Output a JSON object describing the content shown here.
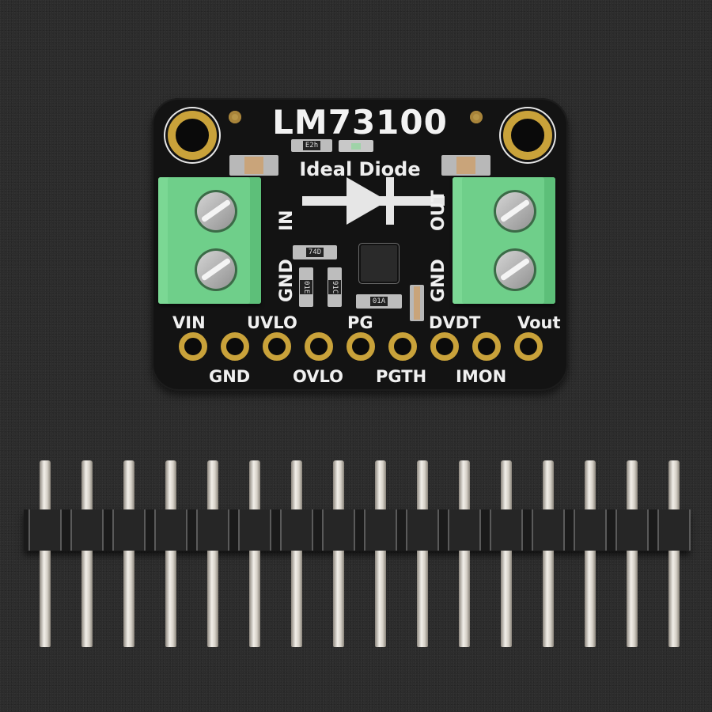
{
  "board": {
    "title": "LM73100",
    "subtitle": "Ideal Diode",
    "left_terminal_labels": [
      "IN",
      "GND"
    ],
    "right_terminal_labels": [
      "OUT",
      "GND"
    ],
    "component_markings": [
      "E2h",
      "74D",
      "01E",
      "91C",
      "01A"
    ],
    "top_pin_labels": [
      "VIN",
      "UVLO",
      "PG",
      "DVDT",
      "Vout"
    ],
    "bottom_pin_labels": [
      "GND",
      "OVLO",
      "PGTH",
      "IMON"
    ],
    "pad_count": 9
  },
  "header_strip": {
    "pin_count": 16
  },
  "colors": {
    "background": "#2c2c2c",
    "pcb": "#131313",
    "gold": "#c9a23a",
    "terminal_green": "#6fcf8a",
    "silkscreen": "#f0f0f0"
  }
}
